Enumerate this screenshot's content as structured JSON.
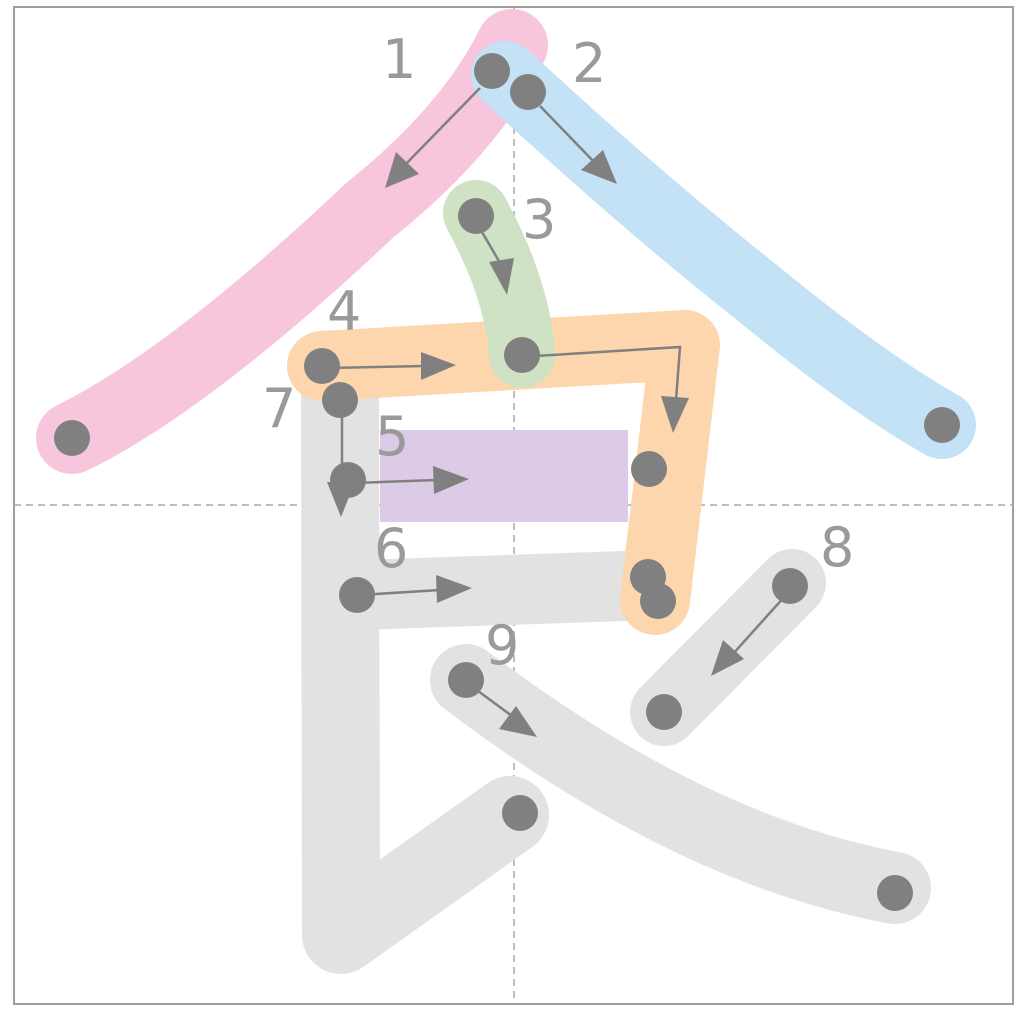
{
  "diagram": {
    "character": "食",
    "stroke_count": 9,
    "colors": {
      "border": "#9e9e9e",
      "guide": "#a8a8a8",
      "marker": "#808080",
      "label": "#9a9a9a",
      "stroke_1": "#f7c6dc",
      "stroke_2": "#c4e2f6",
      "stroke_3": "#cfe2c3",
      "stroke_4": "#fdd6ae",
      "stroke_5": "#dccbe6",
      "remaining": "#e2e2e2"
    },
    "strokes": [
      {
        "label": "1",
        "color_key": "stroke_1",
        "highlighted": true
      },
      {
        "label": "2",
        "color_key": "stroke_2",
        "highlighted": true
      },
      {
        "label": "3",
        "color_key": "stroke_3",
        "highlighted": true
      },
      {
        "label": "4",
        "color_key": "stroke_4",
        "highlighted": true
      },
      {
        "label": "5",
        "color_key": "stroke_5",
        "highlighted": true
      },
      {
        "label": "6",
        "color_key": "remaining",
        "highlighted": false
      },
      {
        "label": "7",
        "color_key": "remaining",
        "highlighted": false
      },
      {
        "label": "8",
        "color_key": "remaining",
        "highlighted": false
      },
      {
        "label": "9",
        "color_key": "remaining",
        "highlighted": false
      }
    ]
  }
}
